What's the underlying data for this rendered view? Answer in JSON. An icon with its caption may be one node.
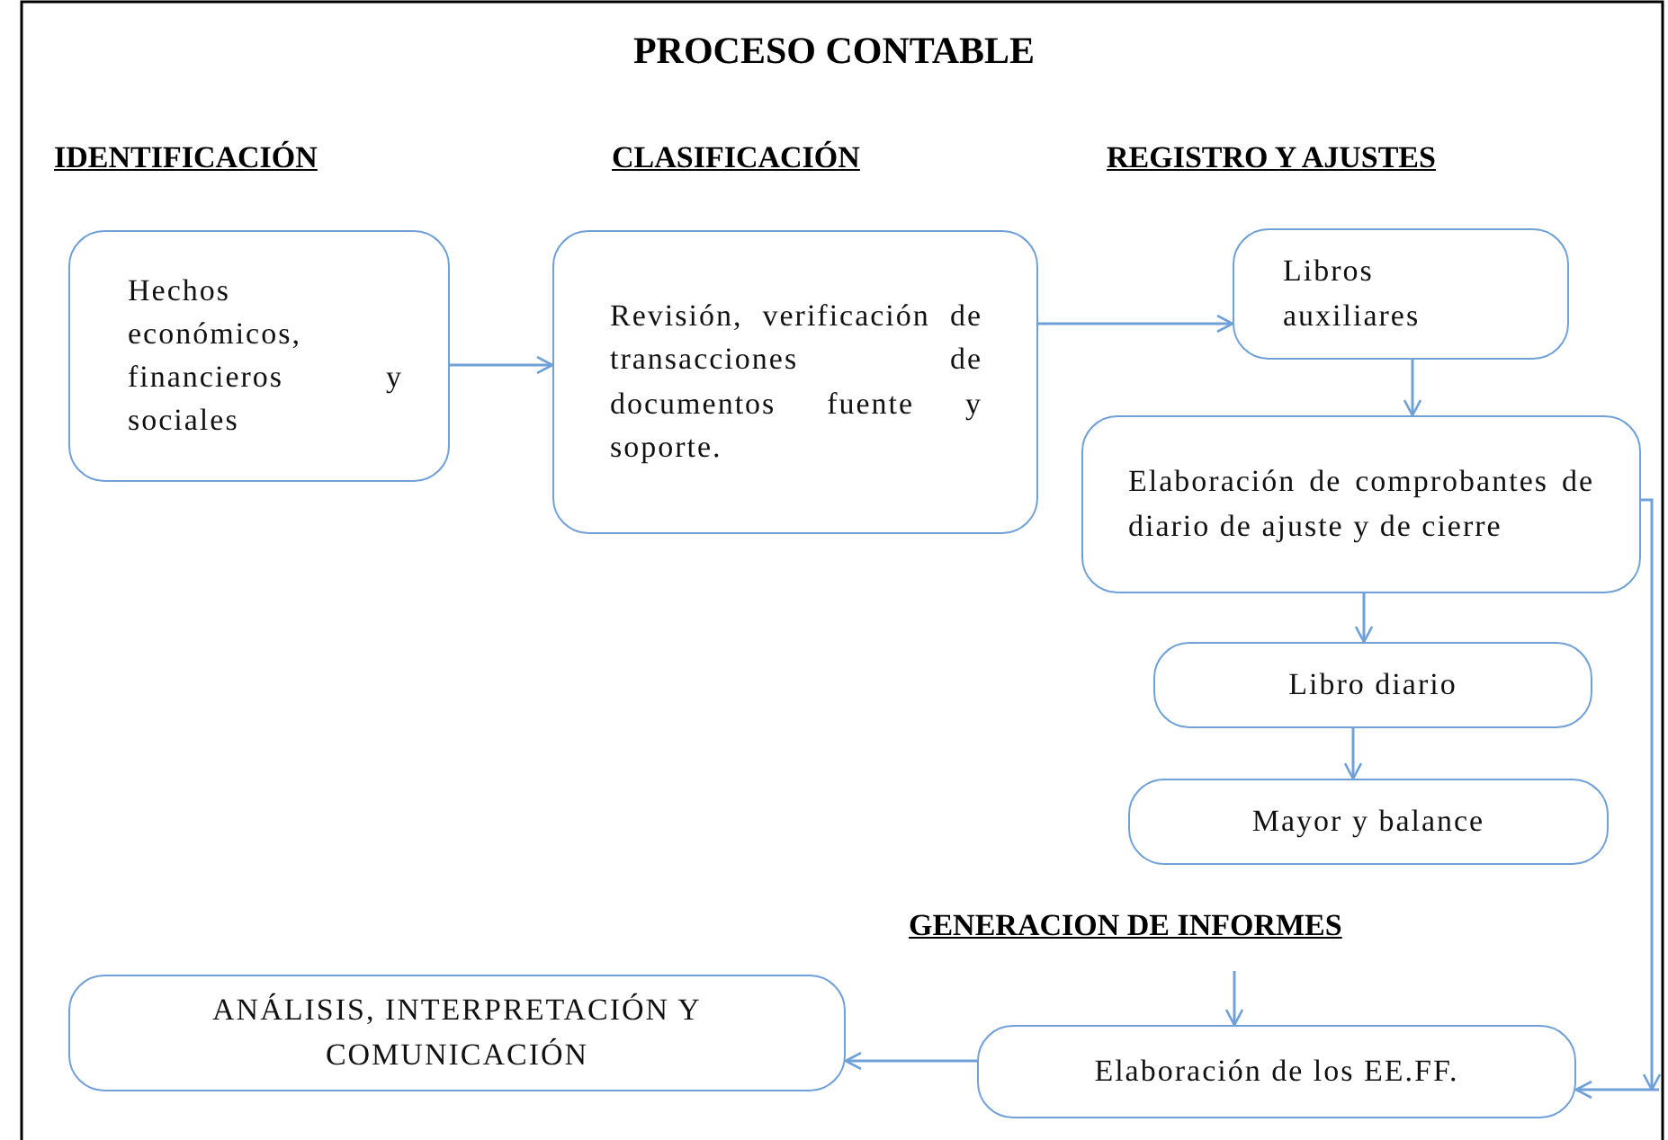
{
  "diagram": {
    "title": "PROCESO CONTABLE",
    "nodes": [
      {
        "text": [
          "Hechos económicos, financieros y sociales"
        ]
      },
      {
        "text": [
          "Revisión, verificación de transacciones de documentos fuente y soporte."
        ]
      },
      {
        "text": [
          "Libros auxiliares"
        ]
      },
      {
        "text": [
          "Elaboración de comprobantes de diario de ajuste y de cierre"
        ]
      },
      {
        "text": [
          "Libro diario"
        ]
      },
      {
        "text": [
          "Mayor y balance"
        ]
      },
      {
        "text": [
          "ANÁLISIS, INTERPRETACIÓN Y COMUNICACIÓN"
        ]
      },
      {
        "text": [
          "Elaboración de los EE.FF."
        ]
      }
    ],
    "edges": [
      {
        "from": 0,
        "to": 1,
        "arrow": "to"
      },
      {
        "from": 1,
        "to": 2,
        "arrow": "to"
      },
      {
        "from": 2,
        "to": 3,
        "arrow": "to"
      },
      {
        "from": 3,
        "to": 4,
        "arrow": "to"
      },
      {
        "from": 4,
        "to": 5,
        "arrow": "to"
      },
      {
        "from": null,
        "to": 7,
        "arrow": "to"
      },
      {
        "from": 3,
        "to": null,
        "arrow": "to"
      },
      {
        "from": null,
        "to": 7,
        "arrow": "to"
      },
      {
        "from": 7,
        "to": 6,
        "arrow": "to"
      }
    ],
    "labels": [
      "IDENTIFICACIÓN",
      "CLASIFICACIÓN",
      "REGISTRO Y AJUSTES",
      "GENERACION DE INFORMES"
    ]
  }
}
